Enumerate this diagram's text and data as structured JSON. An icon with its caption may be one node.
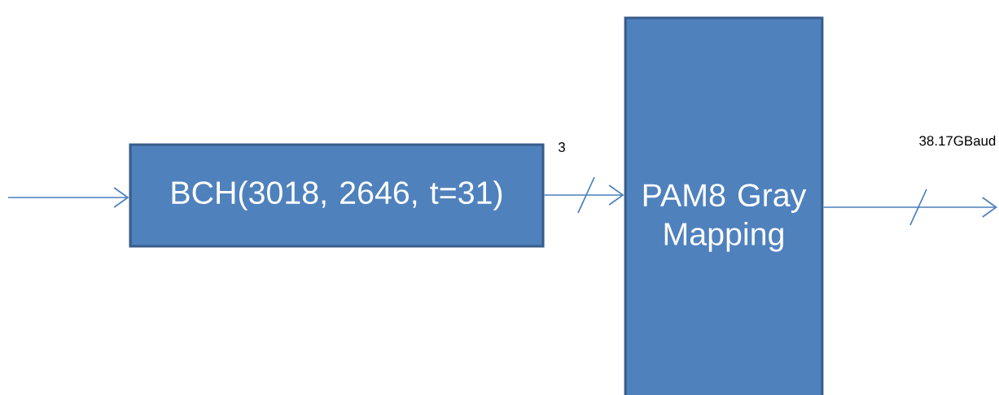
{
  "diagram": {
    "nodes": [
      {
        "text": [
          "BCH(3018, 2646, t=31)"
        ]
      },
      {
        "text": [
          "PAM8 Gray Mapping"
        ]
      }
    ],
    "edges": [
      {
        "from": null,
        "to": 0,
        "arrow": "to"
      },
      {
        "from": 0,
        "to": 1,
        "arrow": "to",
        "label": "3"
      },
      {
        "from": 1,
        "to": null,
        "arrow": "to",
        "label": "38.17GBaud"
      }
    ]
  }
}
